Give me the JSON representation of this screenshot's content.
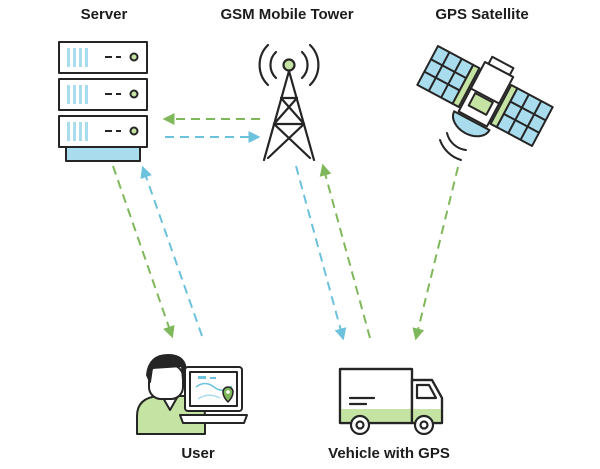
{
  "nodes": {
    "server": {
      "label": "Server",
      "icon": "server-rack-icon"
    },
    "tower": {
      "label": "GSM Mobile Tower",
      "icon": "cell-tower-icon"
    },
    "satellite": {
      "label": "GPS Satellite",
      "icon": "satellite-icon"
    },
    "user": {
      "label": "User",
      "icon": "user-at-laptop-icon"
    },
    "vehicle": {
      "label": "Vehicle with GPS",
      "icon": "delivery-truck-icon"
    }
  },
  "connections": [
    {
      "from": "tower",
      "to": "server",
      "color": "green"
    },
    {
      "from": "server",
      "to": "tower",
      "color": "blue"
    },
    {
      "from": "server",
      "to": "user",
      "color": "green"
    },
    {
      "from": "user",
      "to": "server",
      "color": "blue"
    },
    {
      "from": "tower",
      "to": "vehicle",
      "color": "blue"
    },
    {
      "from": "vehicle",
      "to": "tower",
      "color": "green"
    },
    {
      "from": "satellite",
      "to": "vehicle",
      "color": "green"
    }
  ],
  "colors": {
    "green": "#7fb85a",
    "blue": "#6cc1dc",
    "outline": "#252525",
    "light_blue": "#a9dcec",
    "light_green": "#c5e3a3"
  }
}
